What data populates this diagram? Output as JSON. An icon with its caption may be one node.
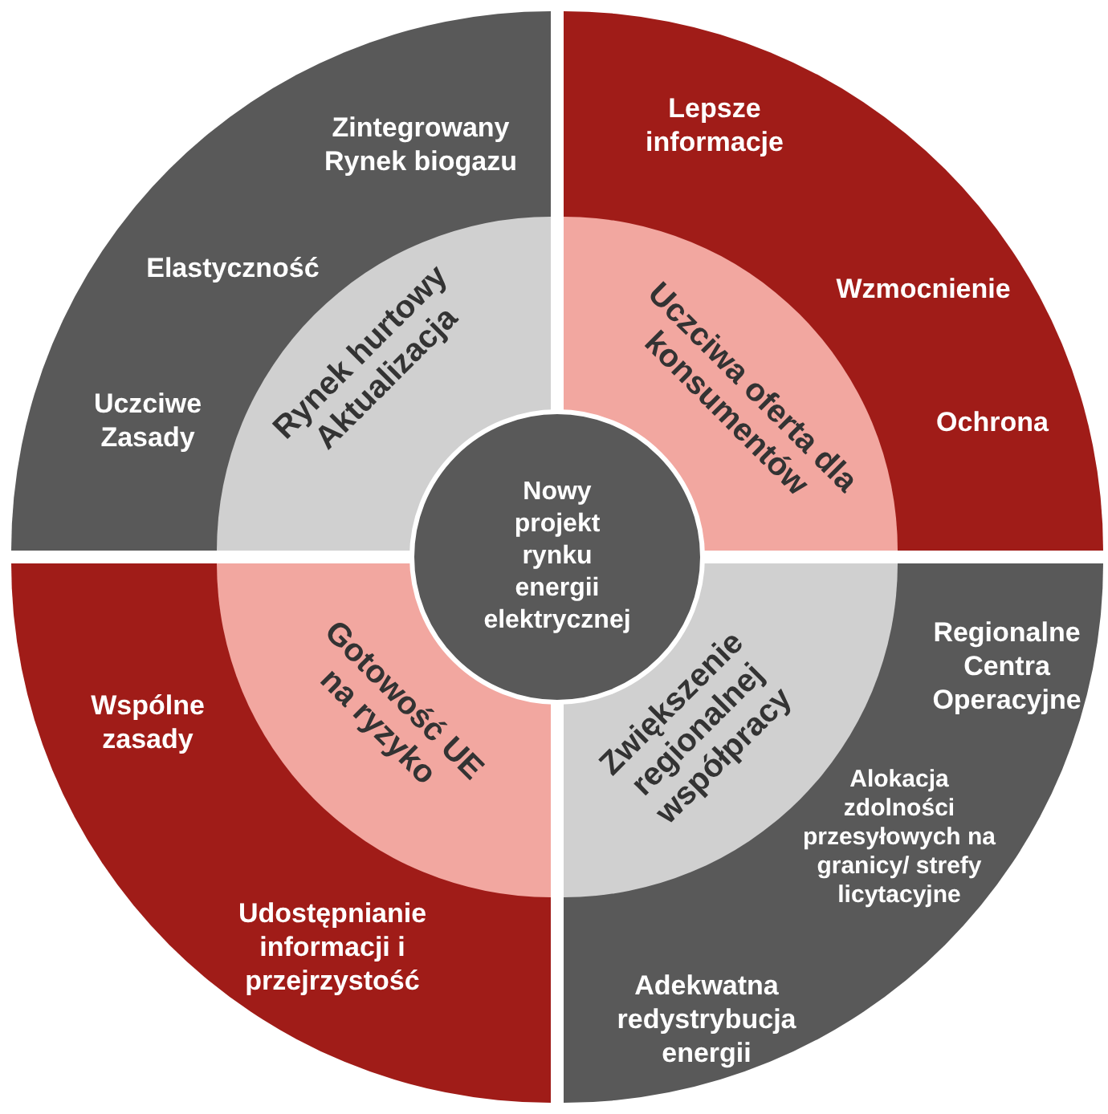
{
  "diagram": {
    "nodes": [
      {
        "text": [
          "Zintegrowany Rynek biogazu",
          "Elastyczność",
          "Uczciwe Zasady"
        ]
      },
      {
        "text": [
          "Rynek hurtowy Aktualizacja"
        ],
        "in": 0
      },
      {
        "text": [
          "Lepsze informacje",
          "Wzmocnienie",
          "Ochrona"
        ]
      },
      {
        "text": [
          "Uczciwa oferta dla konsumentów"
        ],
        "in": 2
      },
      {
        "text": [
          "Nowy projekt rynku energii elektrycznej"
        ]
      },
      {
        "text": [
          "Wspólne zasady",
          "Udostępnianie informacji i przejrzystość"
        ]
      },
      {
        "text": [
          "Gotowość UE na ryzyko"
        ],
        "in": 5
      },
      {
        "text": [
          "Regionalne Centra Operacyjne",
          "Alokacja zdolności przesyłowych na granicy/ strefy licytacyjne",
          "Adekwatna redystrybucja energii"
        ]
      },
      {
        "text": [
          "Zwiększenie regionalnej współpracy"
        ],
        "in": 7
      }
    ]
  }
}
